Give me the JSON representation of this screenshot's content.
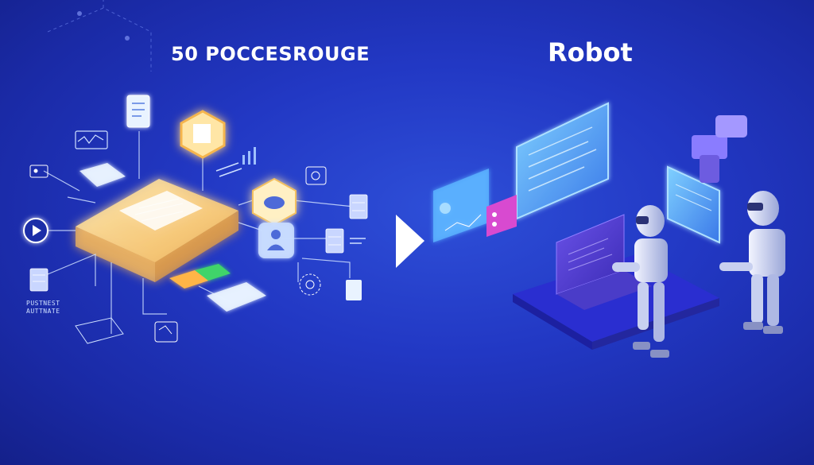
{
  "headings": {
    "left_title": "50 POCCESROUGE",
    "right_title": "Robot"
  },
  "labels": {
    "line1": "PUSTNEST",
    "line2": "AUTTNATE"
  },
  "colors": {
    "background": "#2238c4",
    "glow": "#ffe7a8",
    "accent_green": "#3fd46b",
    "accent_orange": "#ffb547",
    "accent_pink": "#d84ad0",
    "screen": "#4aa9ff"
  },
  "icons": [
    "document-icon",
    "chart-icon",
    "cloud-icon",
    "user-icon",
    "server-icon",
    "play-icon",
    "arrow-right-icon",
    "robot-icon",
    "laptop-icon",
    "monitor-icon",
    "robotic-arm-icon"
  ]
}
